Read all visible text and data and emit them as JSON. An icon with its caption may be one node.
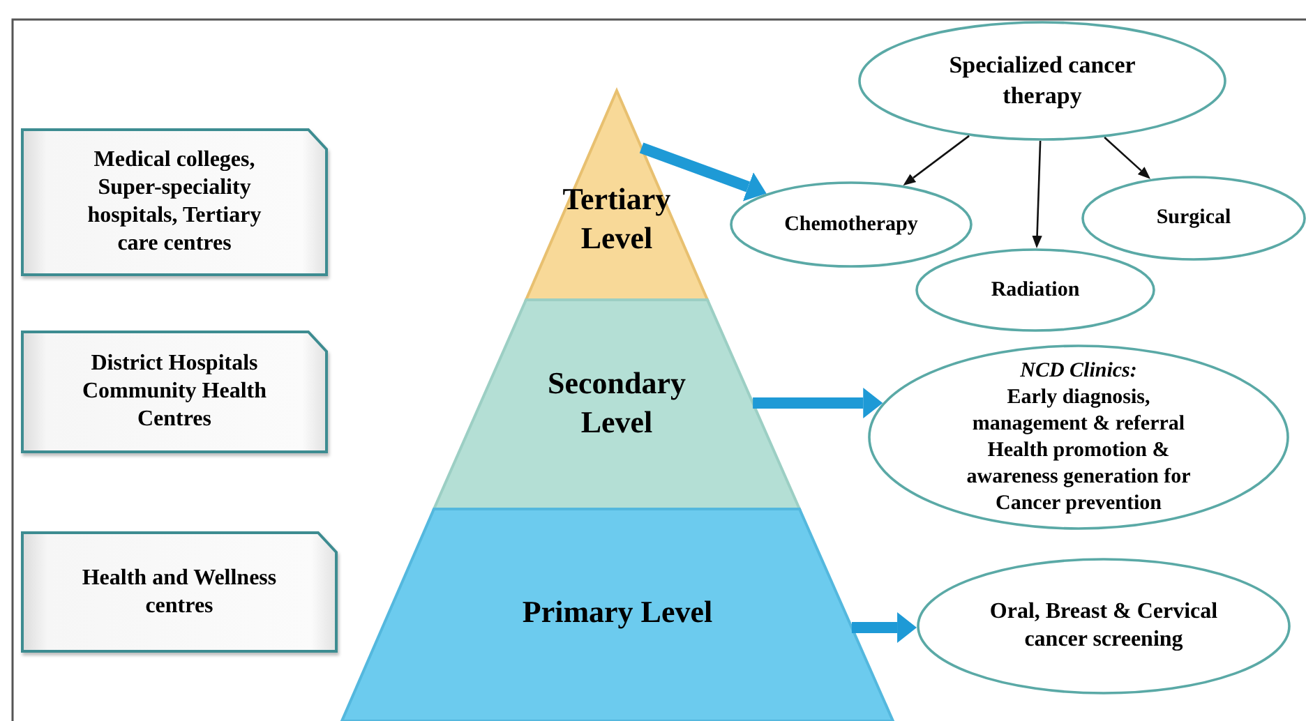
{
  "diagram": {
    "nodes": [
      {
        "text": [
          "Medical colleges, Super-speciality hospitals, Tertiary care centres"
        ]
      },
      {
        "text": [
          "District Hospitals Community Health Centres"
        ]
      },
      {
        "text": [
          "Health and Wellness centres"
        ]
      },
      {
        "text": [
          "Tertiary Level"
        ]
      },
      {
        "text": [
          "Secondary Level"
        ]
      },
      {
        "text": [
          "Primary Level"
        ]
      },
      {
        "text": [
          "Specialized cancer therapy"
        ]
      },
      {
        "text": [
          "Chemotherapy"
        ]
      },
      {
        "text": [
          "Surgical"
        ]
      },
      {
        "text": [
          "Radiation"
        ]
      },
      {
        "text": [
          "NCD Clinics:",
          "Early diagnosis, management & referral Health promotion & awareness generation for Cancer prevention"
        ]
      },
      {
        "text": [
          "Oral, Breast & Cervical cancer screening"
        ]
      }
    ],
    "edges": [
      {
        "from": 3,
        "to": 7,
        "arrow": "to",
        "style": "thick",
        "color": "#1e9ad6"
      },
      {
        "from": 6,
        "to": 7,
        "arrow": "to",
        "color": "#111111"
      },
      {
        "from": 6,
        "to": 9,
        "arrow": "to",
        "color": "#111111"
      },
      {
        "from": 6,
        "to": 8,
        "arrow": "to",
        "color": "#111111"
      },
      {
        "from": 4,
        "to": 10,
        "arrow": "to",
        "style": "thick",
        "color": "#1e9ad6"
      },
      {
        "from": 5,
        "to": 11,
        "arrow": "to",
        "style": "thick",
        "color": "#1e9ad6"
      }
    ]
  }
}
